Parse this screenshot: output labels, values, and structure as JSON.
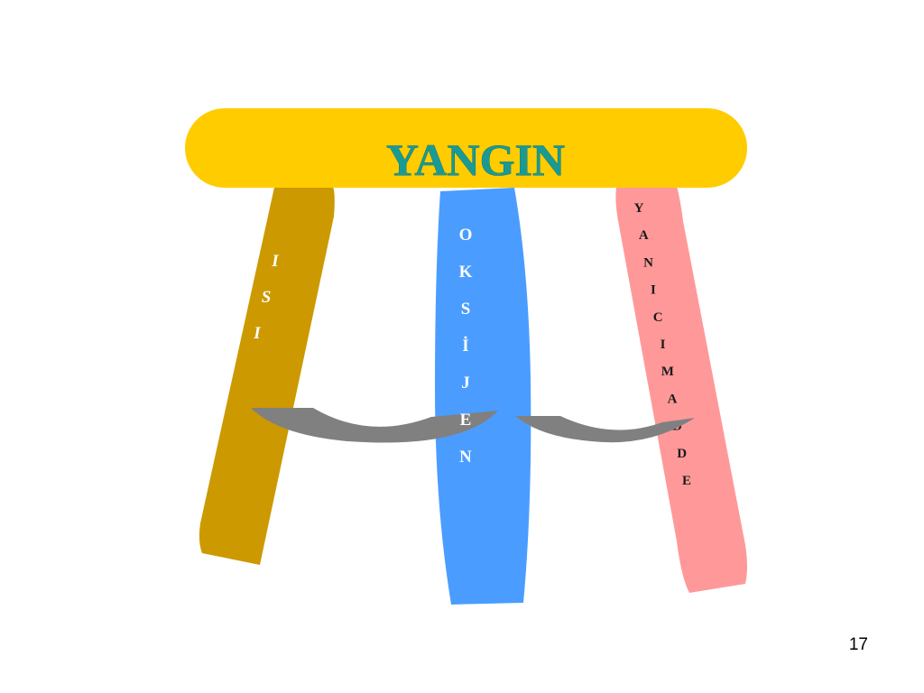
{
  "slide": {
    "title": "YANGIN",
    "page_number": "17"
  },
  "legs": [
    {
      "id": "isi",
      "letters": [
        "I",
        "S",
        "I"
      ],
      "italic": true
    },
    {
      "id": "oksijen",
      "letters": [
        "O",
        "K",
        "S",
        "İ",
        "J",
        "E",
        "N"
      ],
      "italic": false
    },
    {
      "id": "yanici-madde",
      "letters": [
        "Y",
        "A",
        "N",
        "I",
        "C",
        "I",
        "M",
        "A",
        "D",
        "D",
        "E"
      ],
      "italic": false
    }
  ],
  "colors": {
    "seat": "#ffcc00",
    "title": "#1a9a94",
    "leg_isi": "#cc9900",
    "leg_oksijen": "#4a9dff",
    "leg_yanici_madde": "#ff9999",
    "brace": "#808080",
    "leg_text_light": "#ffffff",
    "leg_text_dark": "#1a1a1a"
  }
}
